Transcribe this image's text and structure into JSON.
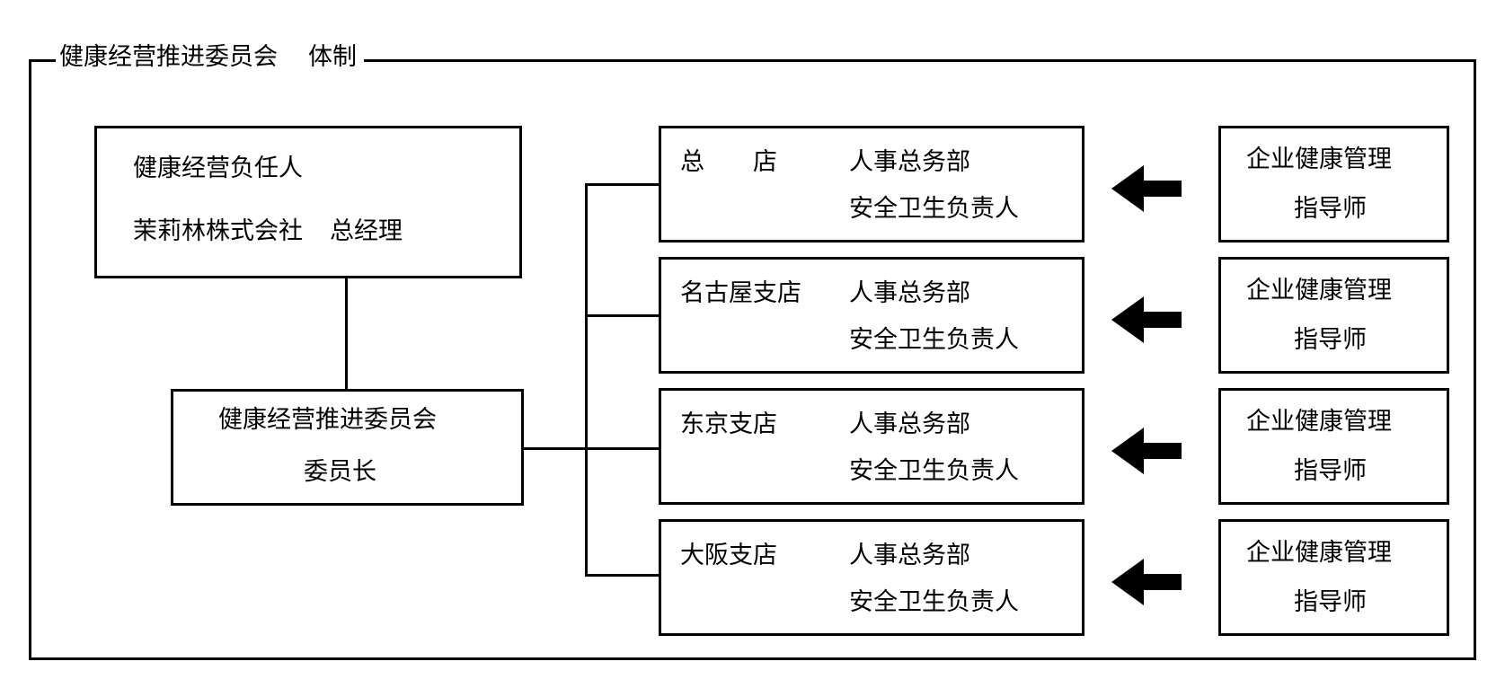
{
  "diagram": {
    "title": "健康经营推进委员会",
    "title_suffix": "体制",
    "responsible": {
      "role": "健康经营负任人",
      "person": "茉莉林株式会社",
      "person_title": "总经理"
    },
    "committee": {
      "name": "健康经营推进委员会",
      "role": "委员长"
    },
    "branches": [
      {
        "name": "总　　店",
        "dept": "人事总务部",
        "officer": "安全卫生负责人"
      },
      {
        "name": "名古屋支店",
        "dept": "人事总务部",
        "officer": "安全卫生负责人"
      },
      {
        "name": "东京支店",
        "dept": "人事总务部",
        "officer": "安全卫生负责人"
      },
      {
        "name": "大阪支店",
        "dept": "人事总务部",
        "officer": "安全卫生负责人"
      }
    ],
    "advisor": {
      "line1": "企业健康管理",
      "line2": "指导师"
    },
    "colors": {
      "line": "#000000",
      "background": "#ffffff"
    }
  }
}
